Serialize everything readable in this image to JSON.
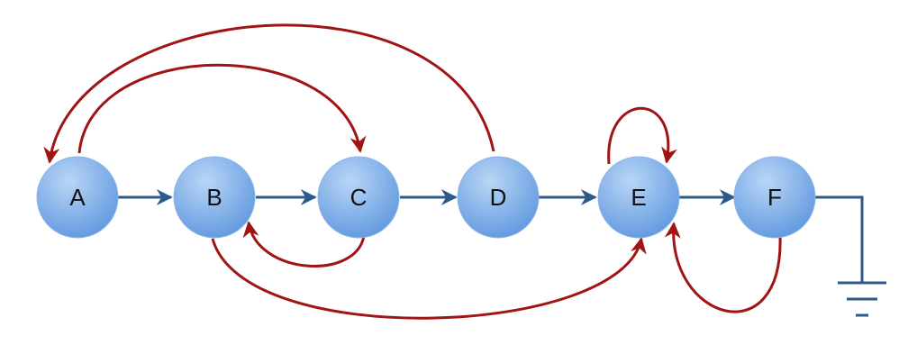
{
  "diagram": {
    "nodes": [
      {
        "id": "A",
        "label": "A"
      },
      {
        "id": "B",
        "label": "B"
      },
      {
        "id": "C",
        "label": "C"
      },
      {
        "id": "D",
        "label": "D"
      },
      {
        "id": "E",
        "label": "E"
      },
      {
        "id": "F",
        "label": "F"
      }
    ],
    "forward_edges": [
      {
        "from": "A",
        "to": "B"
      },
      {
        "from": "B",
        "to": "C"
      },
      {
        "from": "C",
        "to": "D"
      },
      {
        "from": "D",
        "to": "E"
      },
      {
        "from": "E",
        "to": "F"
      }
    ],
    "back_edges": [
      {
        "from": "A",
        "to": "C"
      },
      {
        "from": "D",
        "to": "A"
      },
      {
        "from": "C",
        "to": "B"
      },
      {
        "from": "B",
        "to": "E"
      },
      {
        "from": "E",
        "to": "E"
      },
      {
        "from": "F",
        "to": "E"
      }
    ],
    "terminal": {
      "attached_to": "F",
      "symbol": "ground-icon"
    },
    "colors": {
      "node_fill_light": "#a9ccf2",
      "node_fill_dark": "#5f98df",
      "forward_edge": "#2e5a8a",
      "back_edge": "#a01414",
      "ground": "#2e5a8a"
    }
  }
}
